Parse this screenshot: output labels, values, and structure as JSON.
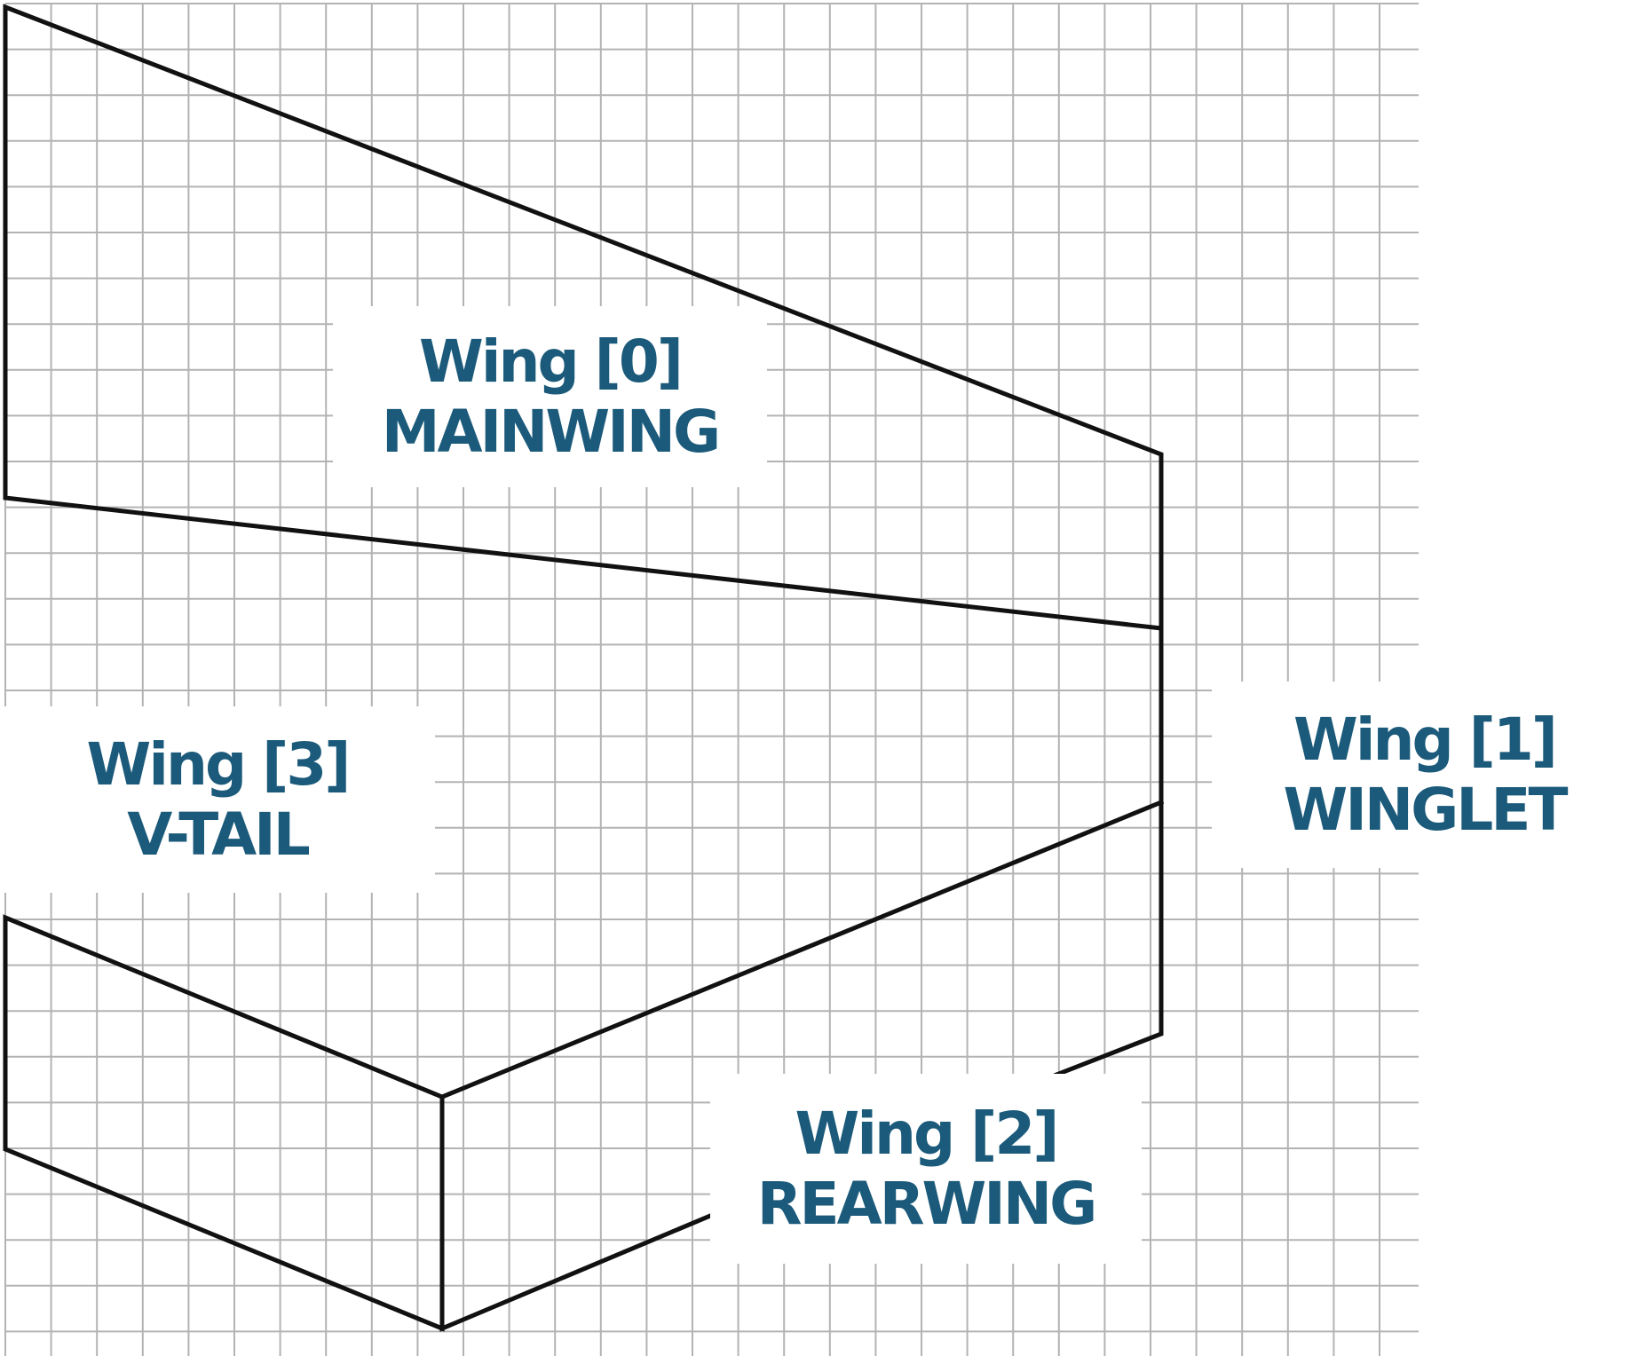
{
  "colors": {
    "grid": "#b3b3b3",
    "outline": "#111111",
    "label_text": "#1b5a7a",
    "background": "#ffffff"
  },
  "wings": [
    {
      "id": "wing-0",
      "index_label": "Wing [0]",
      "name": "MAINWING"
    },
    {
      "id": "wing-1",
      "index_label": "Wing [1]",
      "name": "WINGLET"
    },
    {
      "id": "wing-2",
      "index_label": "Wing [2]",
      "name": "REARWING"
    },
    {
      "id": "wing-3",
      "index_label": "Wing [3]",
      "name": "V-TAIL"
    }
  ]
}
